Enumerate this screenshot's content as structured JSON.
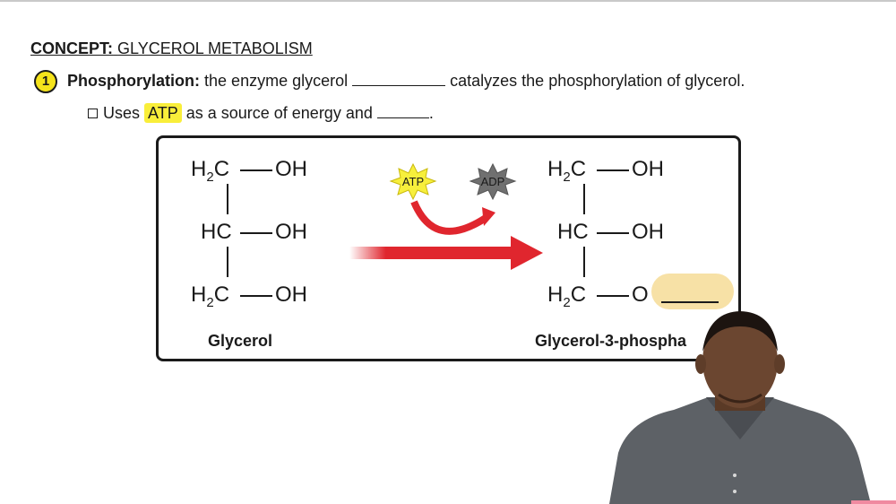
{
  "concept": {
    "prefix": "CONCEPT:",
    "title": "GLYCEROL METABOLISM"
  },
  "step": {
    "number": "1",
    "heading": "Phosphorylation:",
    "text_before": "the enzyme glycerol",
    "text_after": "catalyzes the phosphorylation of glycerol."
  },
  "bullet": {
    "before": "Uses",
    "highlight": "ATP",
    "after": "as a source of energy and",
    "end": "."
  },
  "diagram": {
    "reactant": {
      "top_left": "C",
      "top_right": "OH",
      "mid_left": "HC",
      "mid_right": "OH",
      "bot_left": "C",
      "bot_right": "OH",
      "h2": "H",
      "sub2": "2",
      "name": "Glycerol"
    },
    "product": {
      "top_left": "C",
      "top_right": "OH",
      "mid_left": "HC",
      "mid_right": "OH",
      "bot_left": "C",
      "bot_right": "O",
      "h2": "H",
      "sub2": "2",
      "name": "Glycerol-3-phospha"
    },
    "atp_label": "ATP",
    "adp_label": "ADP",
    "colors": {
      "arrow": "#e0262e",
      "atp_burst": "#f7ef3c",
      "adp_burst": "#707070",
      "phosphate_highlight": "#f7e1a6",
      "step_badge": "#f5e31b"
    }
  }
}
